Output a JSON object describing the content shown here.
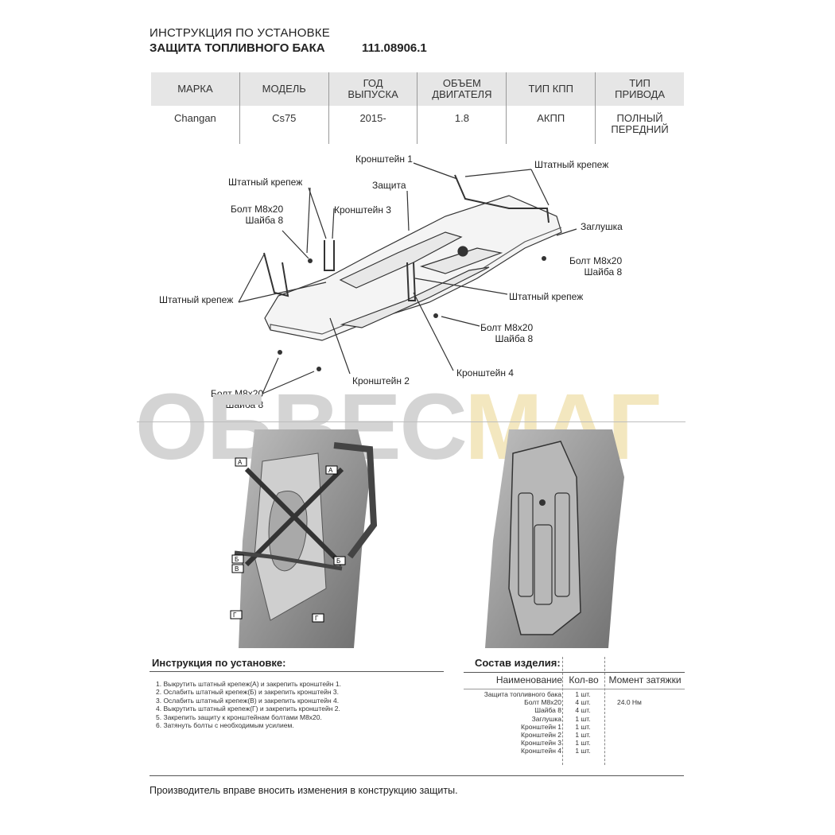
{
  "header": {
    "line1": "ИНСТРУКЦИЯ ПО УСТАНОВКЕ",
    "line2": "ЗАЩИТА ТОПЛИВНОГО БАКА",
    "code": "111.08906.1"
  },
  "spec_table": {
    "columns": [
      "МАРКА",
      "МОДЕЛЬ",
      "ГОД\nВЫПУСКА",
      "ОБЪЕМ\nДВИГАТЕЛЯ",
      "ТИП КПП",
      "ТИП\nПРИВОДА"
    ],
    "values": [
      "Changan",
      "Cs75",
      "2015-",
      "1.8",
      "АКПП",
      "ПОЛНЫЙ\nПЕРЕДНИЙ"
    ]
  },
  "callouts": {
    "bracket1": "Кронштейн 1",
    "std_fastener_top_right": "Штатный крепеж",
    "std_fastener_top_left": "Штатный крепеж",
    "guard": "Защита",
    "bolt_left": "Болт М8х20\nШайба 8",
    "bracket3": "Кронштейн 3",
    "plug": "Заглушка",
    "bolt_right": "Болт М8х20\nШайба 8",
    "std_fastener_left": "Штатный крепеж",
    "std_fastener_center": "Штатный крепеж",
    "bolt_center": "Болт М8х20\nШайба 8",
    "bracket4": "Кронштейн 4",
    "bracket2": "Кронштейн 2",
    "bolt_bottom": "Болт М8х20\nШайба 8"
  },
  "watermark": {
    "part1": "ОБВЕС",
    "part2": "МАГ",
    "color_gray": "#d4d4d4",
    "color_yellow": "#f3e7bf"
  },
  "photo_markers": [
    "А",
    "А",
    "Б",
    "Б",
    "В",
    "Г",
    "Г"
  ],
  "instructions": {
    "title": "Инструкция по установке:",
    "steps": [
      "1. Выкрутить штатный крепеж(А) и закрепить кронштейн 1.",
      "2. Ослабить штатный крепеж(Б) и закрепить кронштейн 3.",
      "3. Ослабить штатный крепеж(В) и закрепить кронштейн 4.",
      "4. Выкрутить штатный крепеж(Г) и закрепить кронштейн 2.",
      "5. Закрепить защиту к кронштейнам болтами М8х20.",
      "6. Затянуть болты с необходимым усилием."
    ]
  },
  "parts": {
    "title": "Состав изделия:",
    "headers": [
      "Наименование",
      "Кол-во",
      "Момент затяжки"
    ],
    "rows": [
      {
        "name": "Защита топливного бака",
        "qty": "1 шт.",
        "torque": ""
      },
      {
        "name": "Болт М8х20",
        "qty": "4 шт.",
        "torque": "24.0 Нм"
      },
      {
        "name": "Шайба 8",
        "qty": "4 шт.",
        "torque": ""
      },
      {
        "name": "Заглушка",
        "qty": "1 шт.",
        "torque": ""
      },
      {
        "name": "Кронштейн 1",
        "qty": "1 шт.",
        "torque": ""
      },
      {
        "name": "Кронштейн 2",
        "qty": "1 шт.",
        "torque": ""
      },
      {
        "name": "Кронштейн 3",
        "qty": "1 шт.",
        "torque": ""
      },
      {
        "name": "Кронштейн 4",
        "qty": "1 шт.",
        "torque": ""
      }
    ]
  },
  "footer": "Производитель вправе вносить изменения в конструкцию защиты."
}
